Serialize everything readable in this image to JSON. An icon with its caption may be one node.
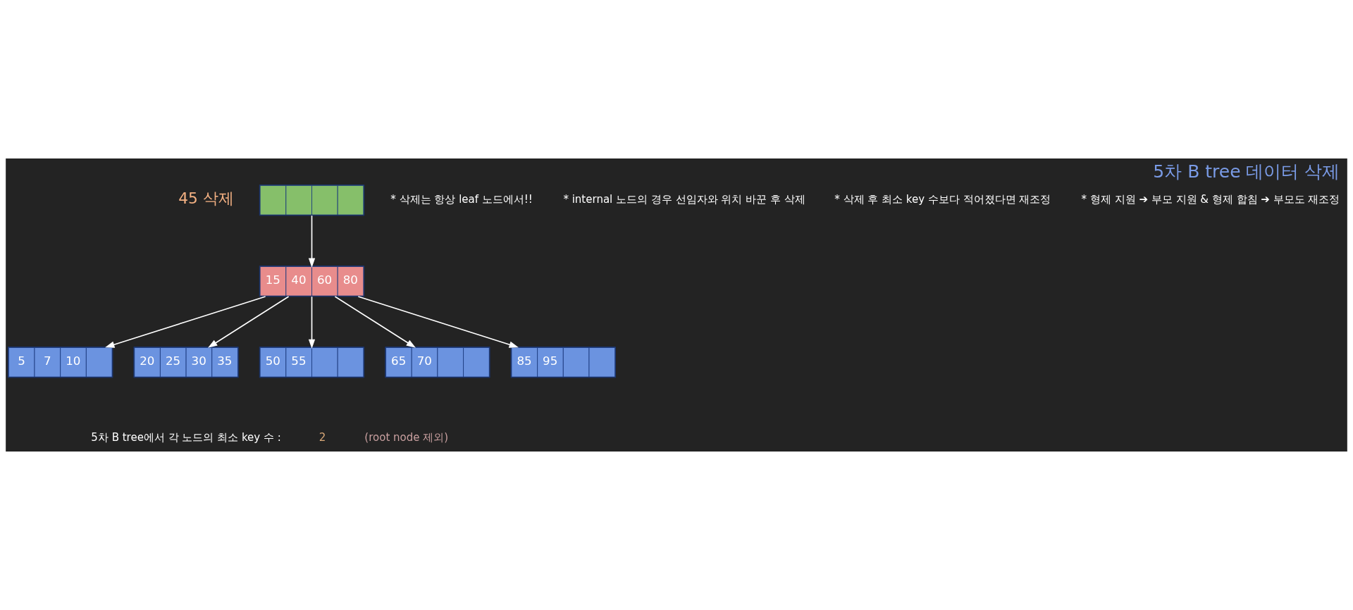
{
  "diagram": {
    "title": "5차 B tree 데이터 삭제",
    "nodes": [
      {
        "text": [],
        "shape": "box"
      },
      {
        "text": [
          "15",
          "40",
          "60",
          "80"
        ]
      },
      {
        "text": [
          "5",
          "7",
          "10"
        ]
      },
      {
        "text": [
          "20",
          "25",
          "30",
          "35"
        ]
      },
      {
        "text": [
          "50",
          "55"
        ]
      },
      {
        "text": [
          "65",
          "70"
        ]
      },
      {
        "text": [
          "85",
          "95"
        ]
      }
    ],
    "edges": [
      {
        "from": 0,
        "to": 1,
        "arrow": "to"
      },
      {
        "from": 1,
        "to": 2,
        "arrow": "to"
      },
      {
        "from": 1,
        "to": 3,
        "arrow": "to"
      },
      {
        "from": 1,
        "to": 4,
        "arrow": "to"
      },
      {
        "from": 1,
        "to": 5,
        "arrow": "to"
      },
      {
        "from": 1,
        "to": 6,
        "arrow": "to"
      }
    ],
    "labels": [
      "45 삭제",
      "* 삭제는 항상 leaf 노드에서!!",
      "* internal 노드의 경우 선임자와 위치 바꾼 후 삭제",
      "* 삭제 후 최소 key 수보다 적어졌다면 재조정",
      "* 형제 지원 ➔ 부모 지원 & 형제 합침 ➔ 부모도 재조정",
      "5차 B tree에서 각 노드의 최소 key 수 :",
      "2",
      "(root node 제외)"
    ]
  }
}
